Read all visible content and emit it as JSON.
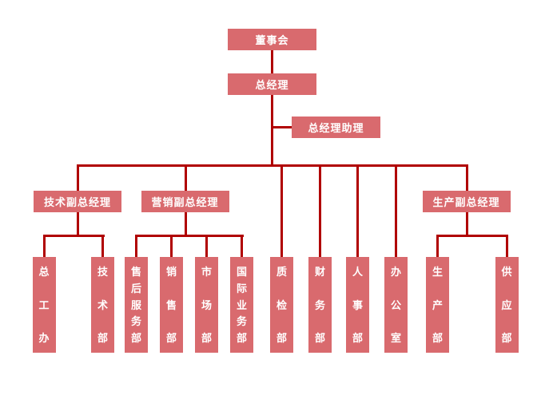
{
  "colors": {
    "background": "#FFFFFF",
    "node_fill": "#D96A6E",
    "node_text": "#FFFFFF",
    "connector": "#B00000"
  },
  "org_chart": {
    "type": "organization-chart",
    "board": {
      "label": "董事会"
    },
    "general_manager": {
      "label": "总经理"
    },
    "gm_assistant": {
      "label": "总经理助理"
    },
    "deputies": [
      {
        "label": "技术副总经理",
        "departments": [
          "总工办",
          "技术部"
        ]
      },
      {
        "label": "营销副总经理",
        "departments": [
          "售后服务部",
          "销售部",
          "市场部",
          "国际业务部"
        ]
      },
      {
        "label": "生产副总经理",
        "departments": [
          "生产部",
          "供应部"
        ]
      }
    ],
    "direct_departments": [
      "质检部",
      "财务部",
      "人事部",
      "办公室"
    ]
  }
}
